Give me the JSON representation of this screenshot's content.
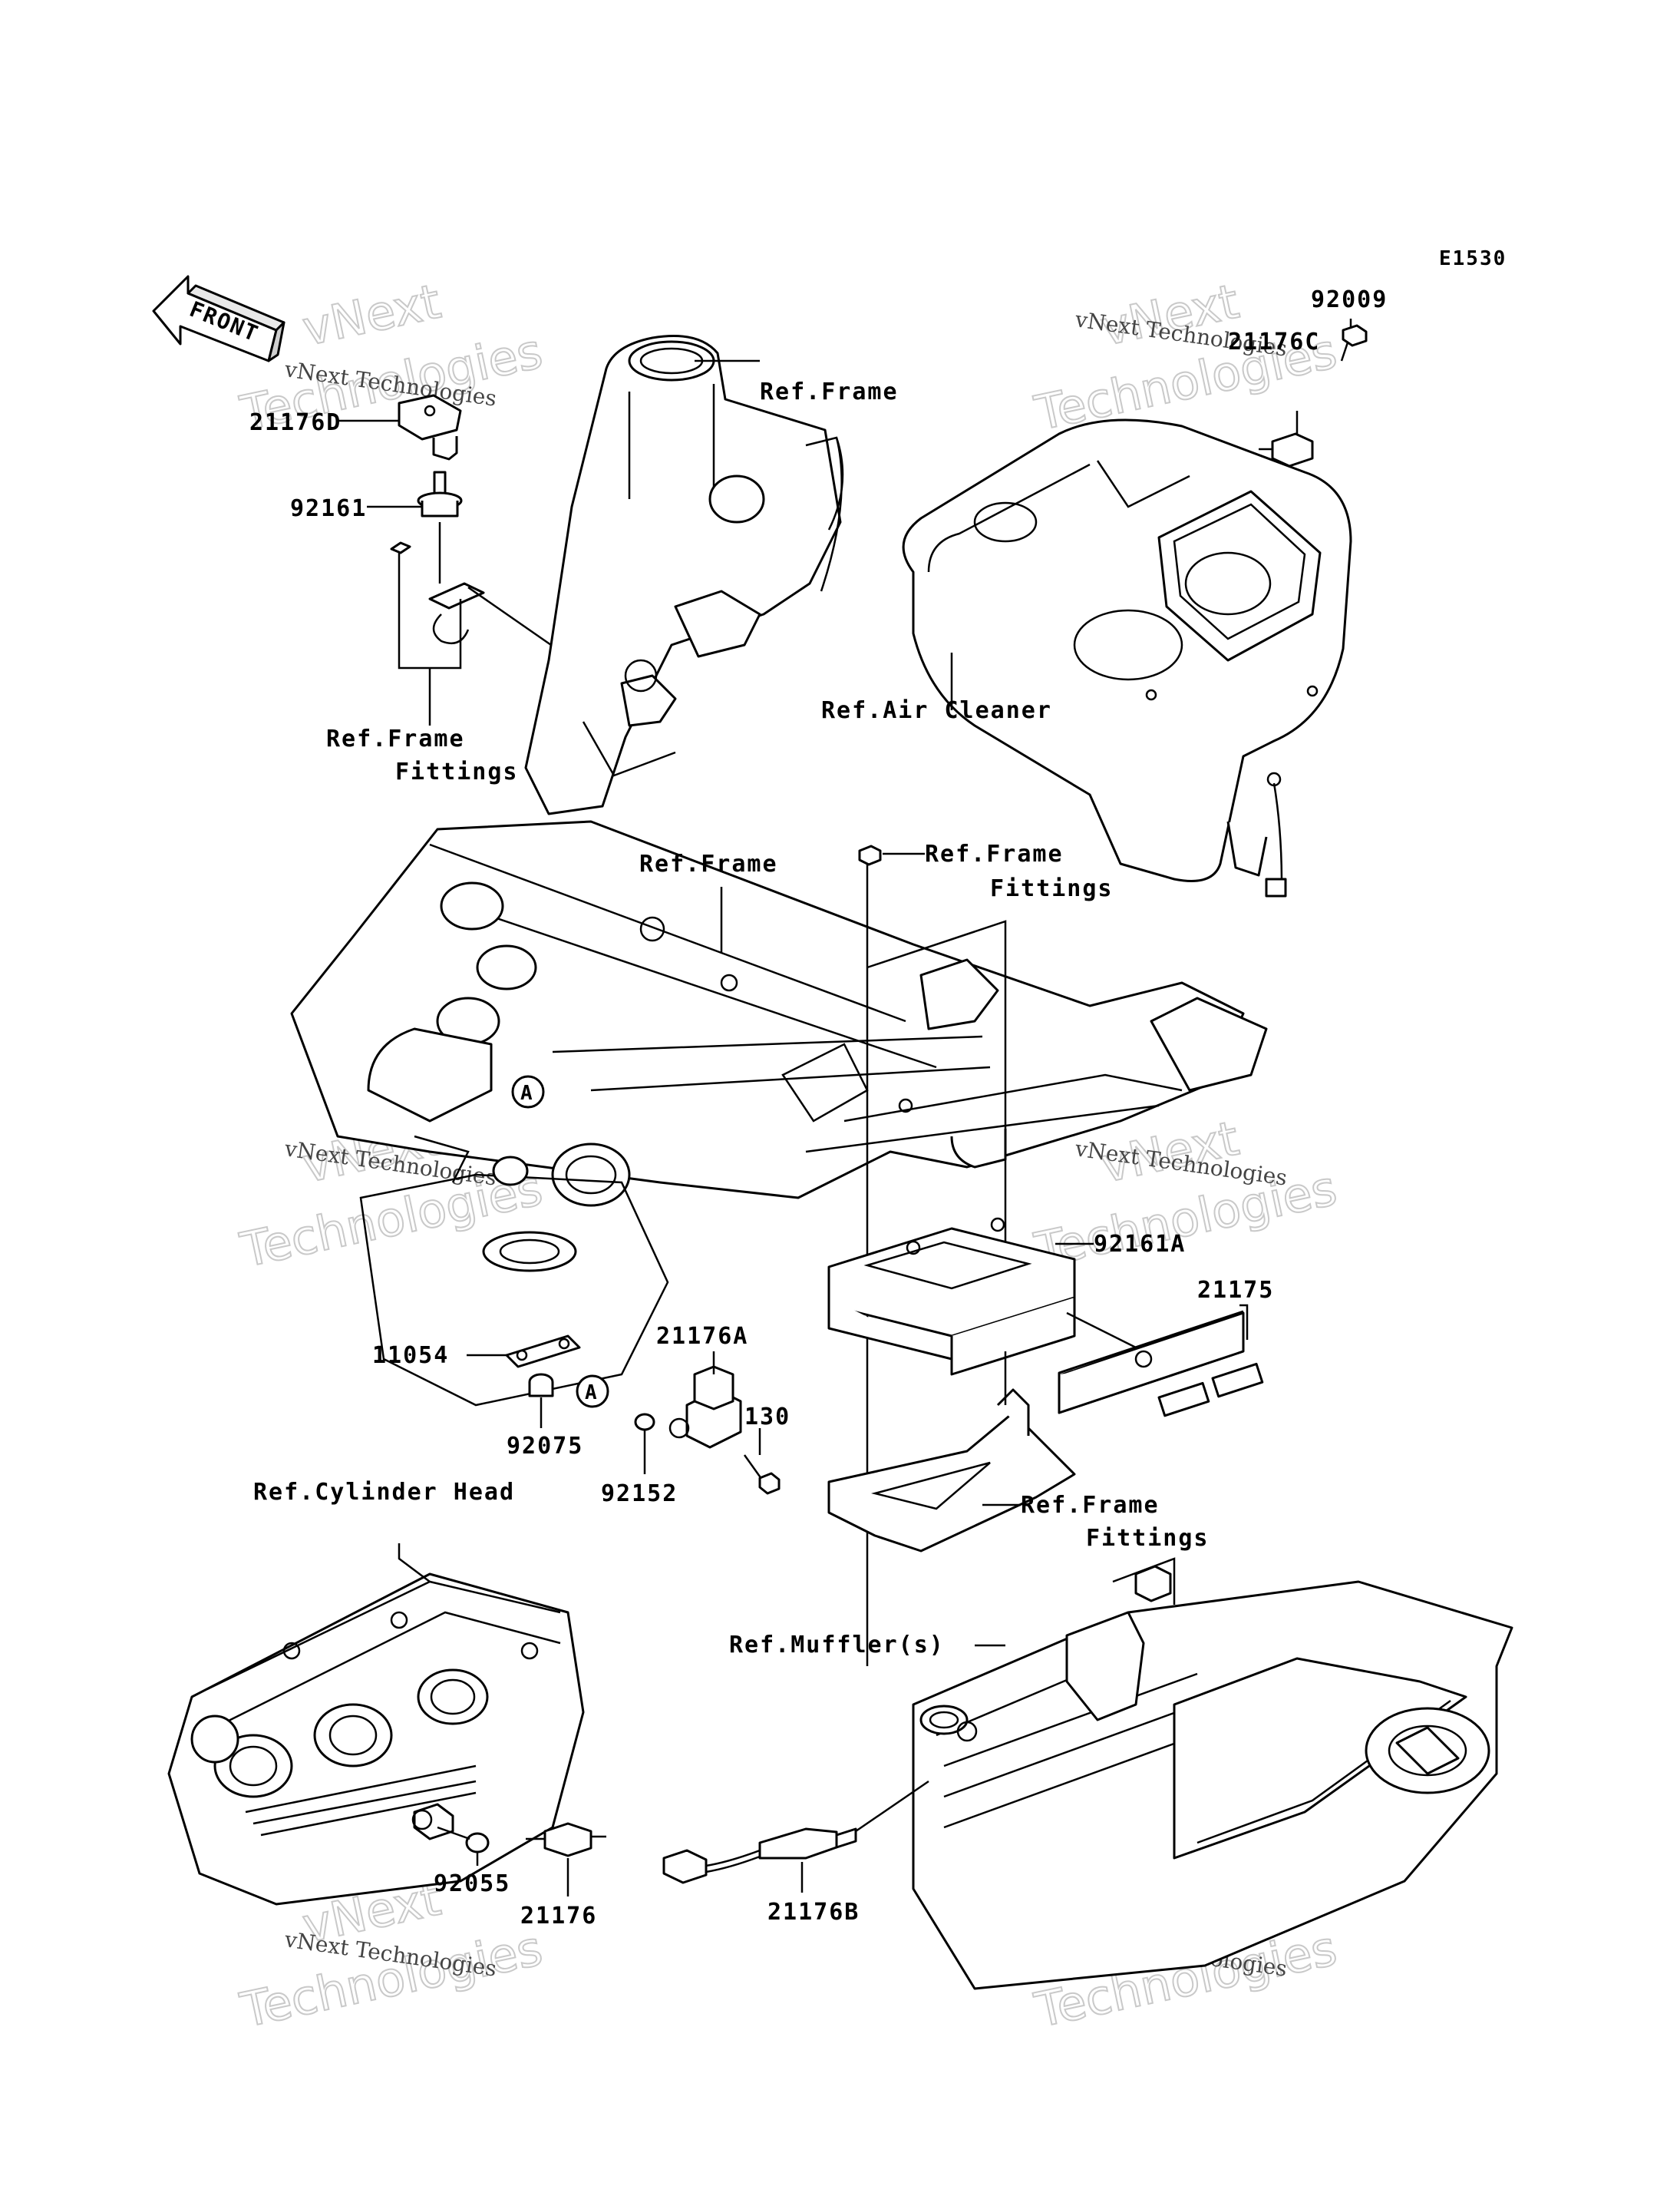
{
  "diagram_code": "E1530",
  "front_arrow_label": "FRONT",
  "watermark": {
    "company": "vNext Technologies",
    "big_line1": "vNext",
    "big_line2": "Technologies"
  },
  "callouts": {
    "part_92009": "92009",
    "part_21176C": "21176C",
    "part_21176D": "21176D",
    "part_92161": "92161",
    "ref_frame_top": "Ref.Frame",
    "ref_air_cleaner": "Ref.Air Cleaner",
    "ref_frame_fittings_left_1": "Ref.Frame",
    "ref_frame_fittings_left_2": "Fittings",
    "ref_frame_middle": "Ref.Frame",
    "ref_frame_fittings_mid_1": "Ref.Frame",
    "ref_frame_fittings_mid_2": "Fittings",
    "part_92161A": "92161A",
    "part_21175": "21175",
    "part_11054": "11054",
    "part_21176A": "21176A",
    "part_92075": "92075",
    "part_130": "130",
    "part_92152": "92152",
    "ref_frame_fittings_low_1": "Ref.Frame",
    "ref_frame_fittings_low_2": "Fittings",
    "ref_cylinder_head": "Ref.Cylinder Head",
    "ref_mufflers": "Ref.Muffler(s)",
    "part_92055": "92055",
    "part_21176": "21176",
    "part_21176B": "21176B",
    "marker_a": "A"
  }
}
